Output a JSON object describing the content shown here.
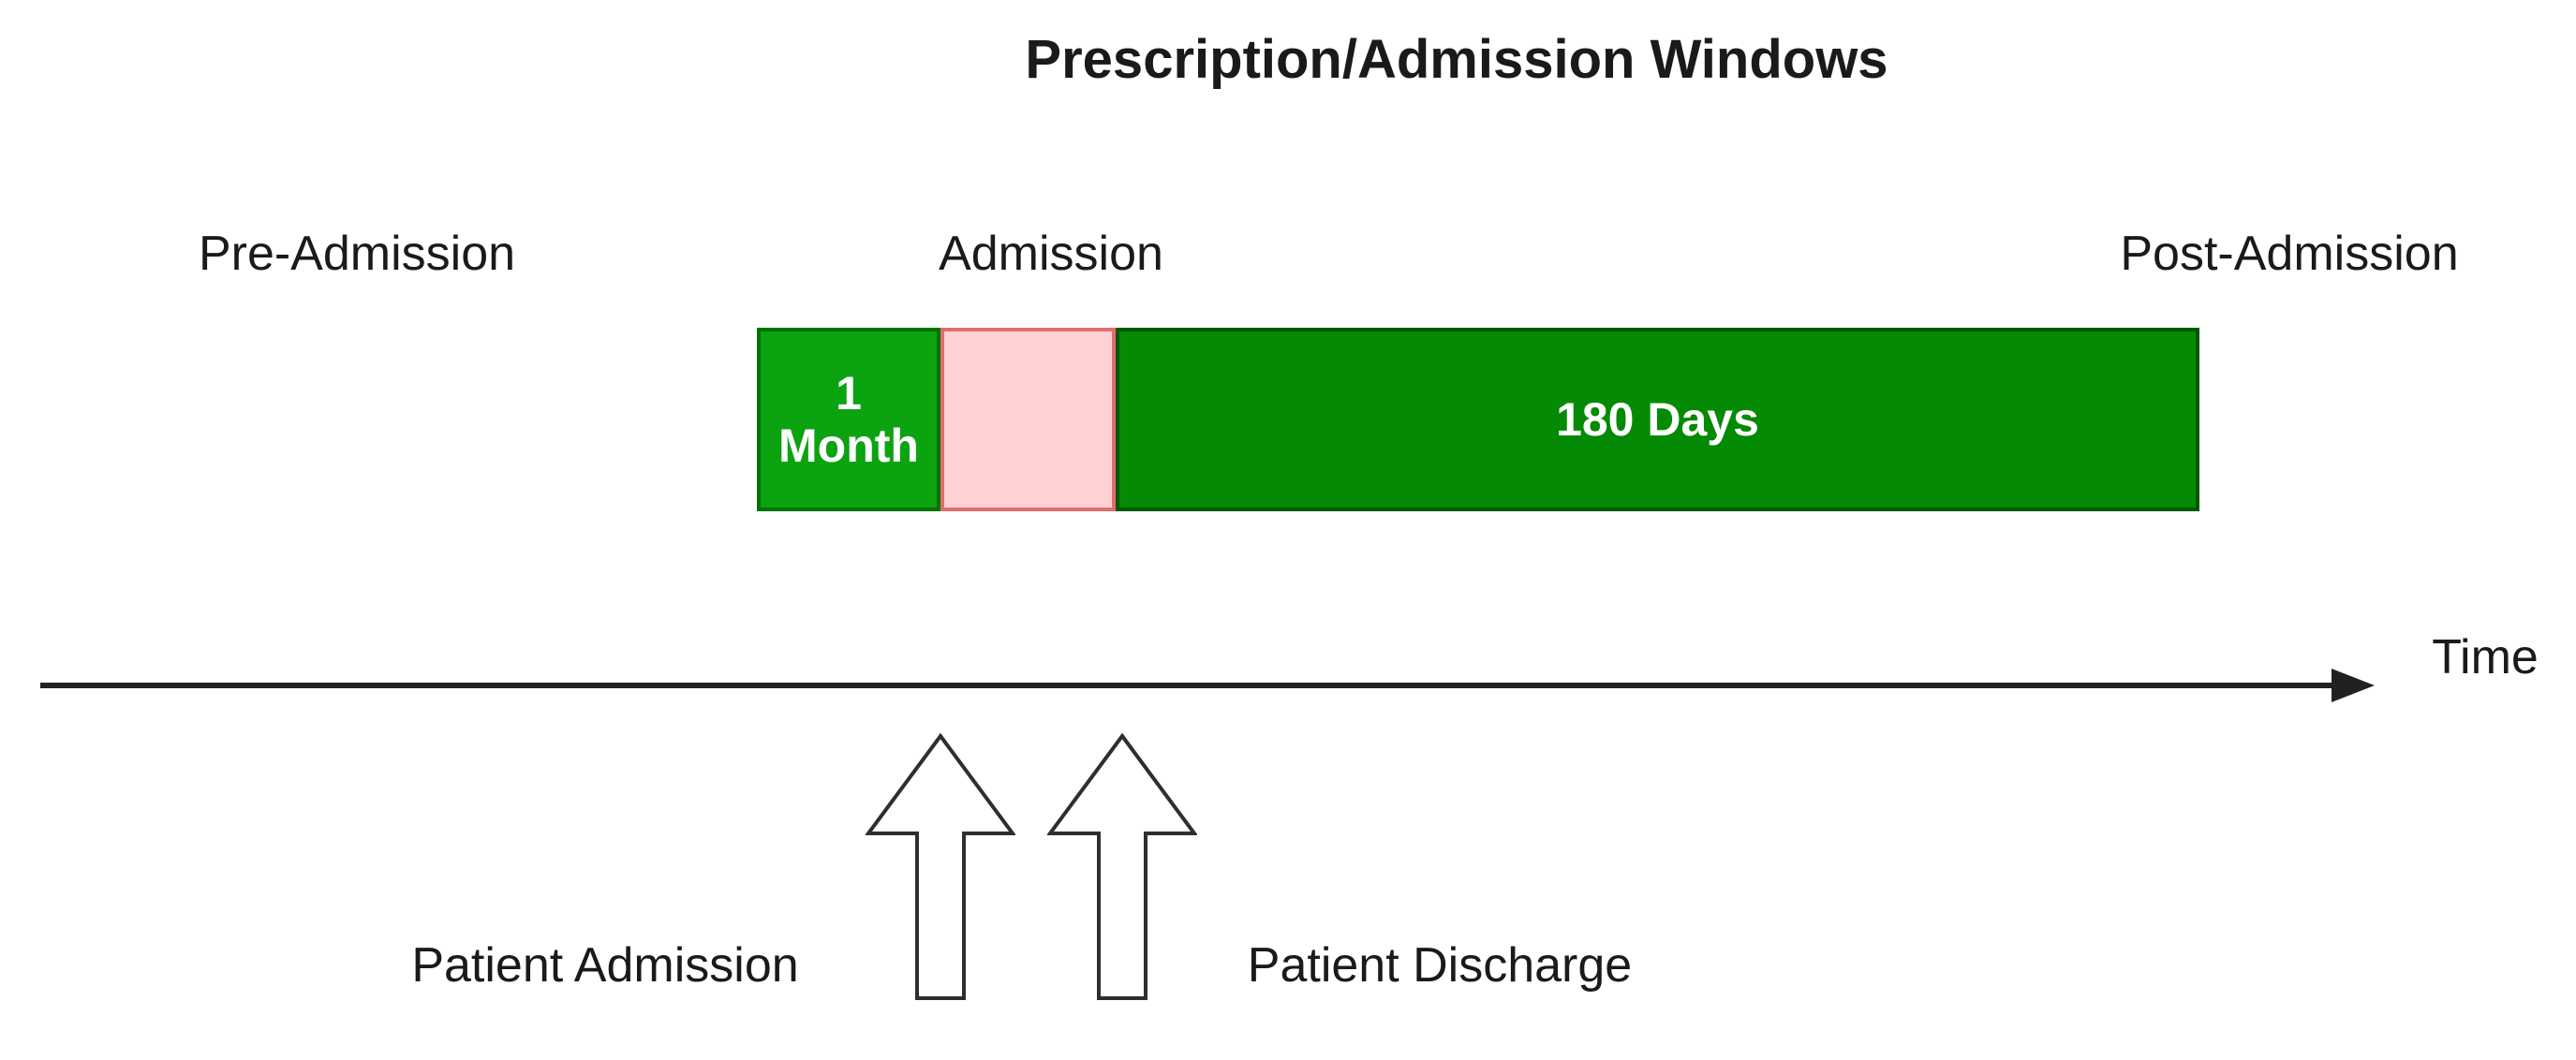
{
  "title": "Prescription/Admission Windows",
  "phase_labels": [
    {
      "label": "Pre-Admission"
    },
    {
      "label": "Admission"
    },
    {
      "label": "Post-Admission"
    }
  ],
  "bar": {
    "segments": [
      {
        "name": "pre-admission-window",
        "label": "1 Month",
        "label_line1": "1",
        "label_line2": "Month",
        "fill": "#0ca310",
        "border": "#067106",
        "text_color": "#ffffff"
      },
      {
        "name": "admission-window",
        "label": "",
        "fill": "#ffd1d4",
        "border": "#e06e6e"
      },
      {
        "name": "post-admission-window",
        "label": "180 Days",
        "fill": "#048a04",
        "border": "#035803",
        "text_color": "#ffffff"
      }
    ]
  },
  "timeline": {
    "axis_label": "Time",
    "line_color": "#212121"
  },
  "event_markers": [
    {
      "label": "Patient Admission"
    },
    {
      "label": "Patient Discharge"
    }
  ],
  "colors": {
    "background": "#ffffff",
    "text": "#1a1a1a",
    "arrow_outline": "#2e2e2e"
  }
}
